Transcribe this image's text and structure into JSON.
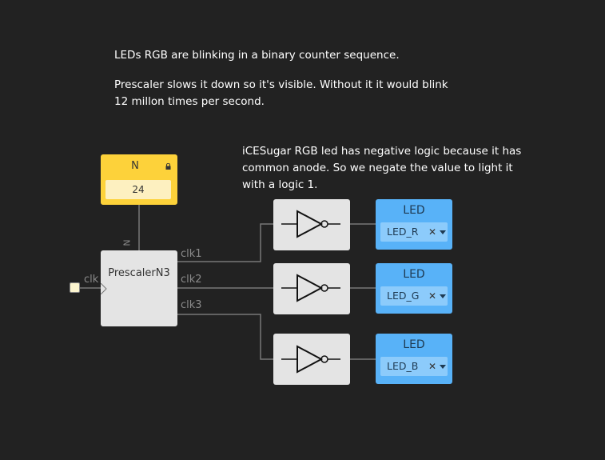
{
  "notes": {
    "line1": "LEDs RGB are blinking in a binary counter sequence.",
    "line2a": "Prescaler slows it down so it's visible. Without it it would blink",
    "line2b": "12 millon times per second.",
    "line3a": "iCESugar RGB led has negative logic because it has",
    "line3b": "common anode. So we negate the value to light it",
    "line3c": "with a logic 1."
  },
  "constant": {
    "name": "N",
    "value": "24"
  },
  "prescaler": {
    "title": "PrescalerN3",
    "input_label": "clk",
    "param_label": "N",
    "outputs": [
      "clk1",
      "clk2",
      "clk3"
    ]
  },
  "leds": [
    {
      "title": "LED",
      "value": "LED_R"
    },
    {
      "title": "LED",
      "value": "LED_G"
    },
    {
      "title": "LED",
      "value": "LED_B"
    }
  ],
  "icons": {
    "lock": "lock-icon",
    "not_gate": "not-gate-icon",
    "dropdown": "chevron-down-icon",
    "clear": "clear-icon"
  },
  "colors": {
    "background": "#222222",
    "constant": "#fdd23a",
    "block": "#e4e4e4",
    "led": "#58b2f8",
    "wire": "#777777"
  }
}
